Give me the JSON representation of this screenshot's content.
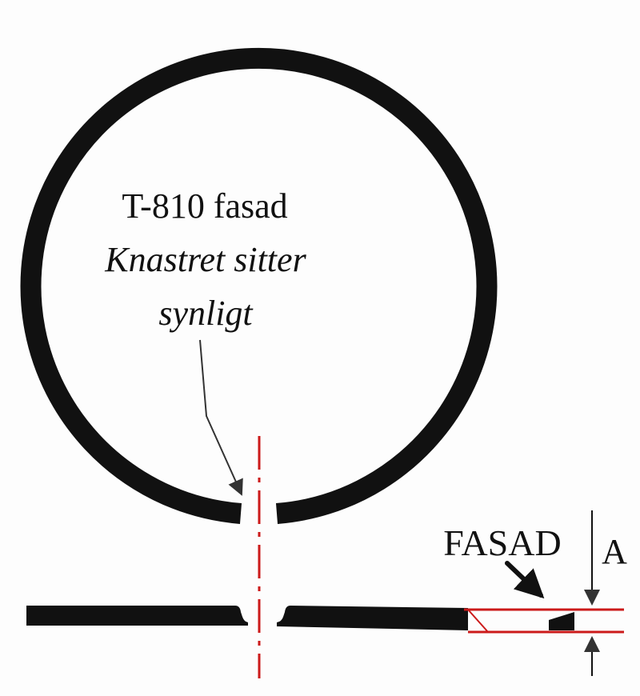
{
  "labels": {
    "model": "T-810 fasad",
    "note_line1": "Knastret sitter",
    "note_line2": "synligt",
    "fasad_callout": "FASAD",
    "dimension": "A"
  },
  "colors": {
    "ink": "#111111",
    "centerline": "#cc1a1a",
    "background": "#fdfdfd"
  },
  "icons": [
    "arrow-icon"
  ]
}
